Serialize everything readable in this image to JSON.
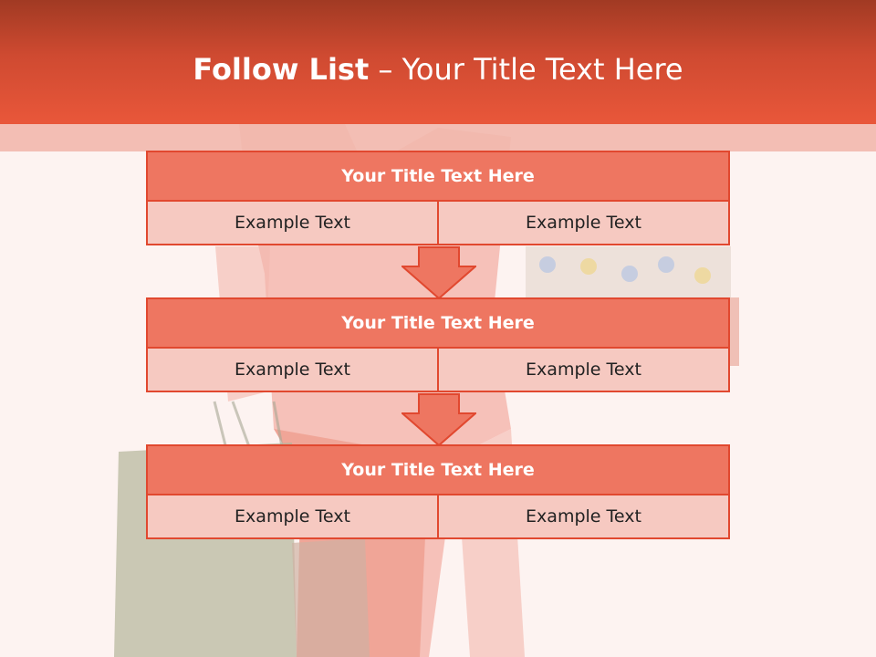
{
  "slide": {
    "title_bold": "Follow List",
    "title_rest": " – Your Title Text Here"
  },
  "blocks": [
    {
      "title": "Your Title Text Here",
      "left": "Example Text",
      "right": "Example Text"
    },
    {
      "title": "Your Title Text Here",
      "left": "Example Text",
      "right": "Example Text"
    },
    {
      "title": "Your Title Text Here",
      "left": "Example Text",
      "right": "Example Text"
    }
  ],
  "colors": {
    "header": "#e9573a",
    "block_title": "#ee7661",
    "cell": "#f6c9c1",
    "border": "#e1482f"
  }
}
